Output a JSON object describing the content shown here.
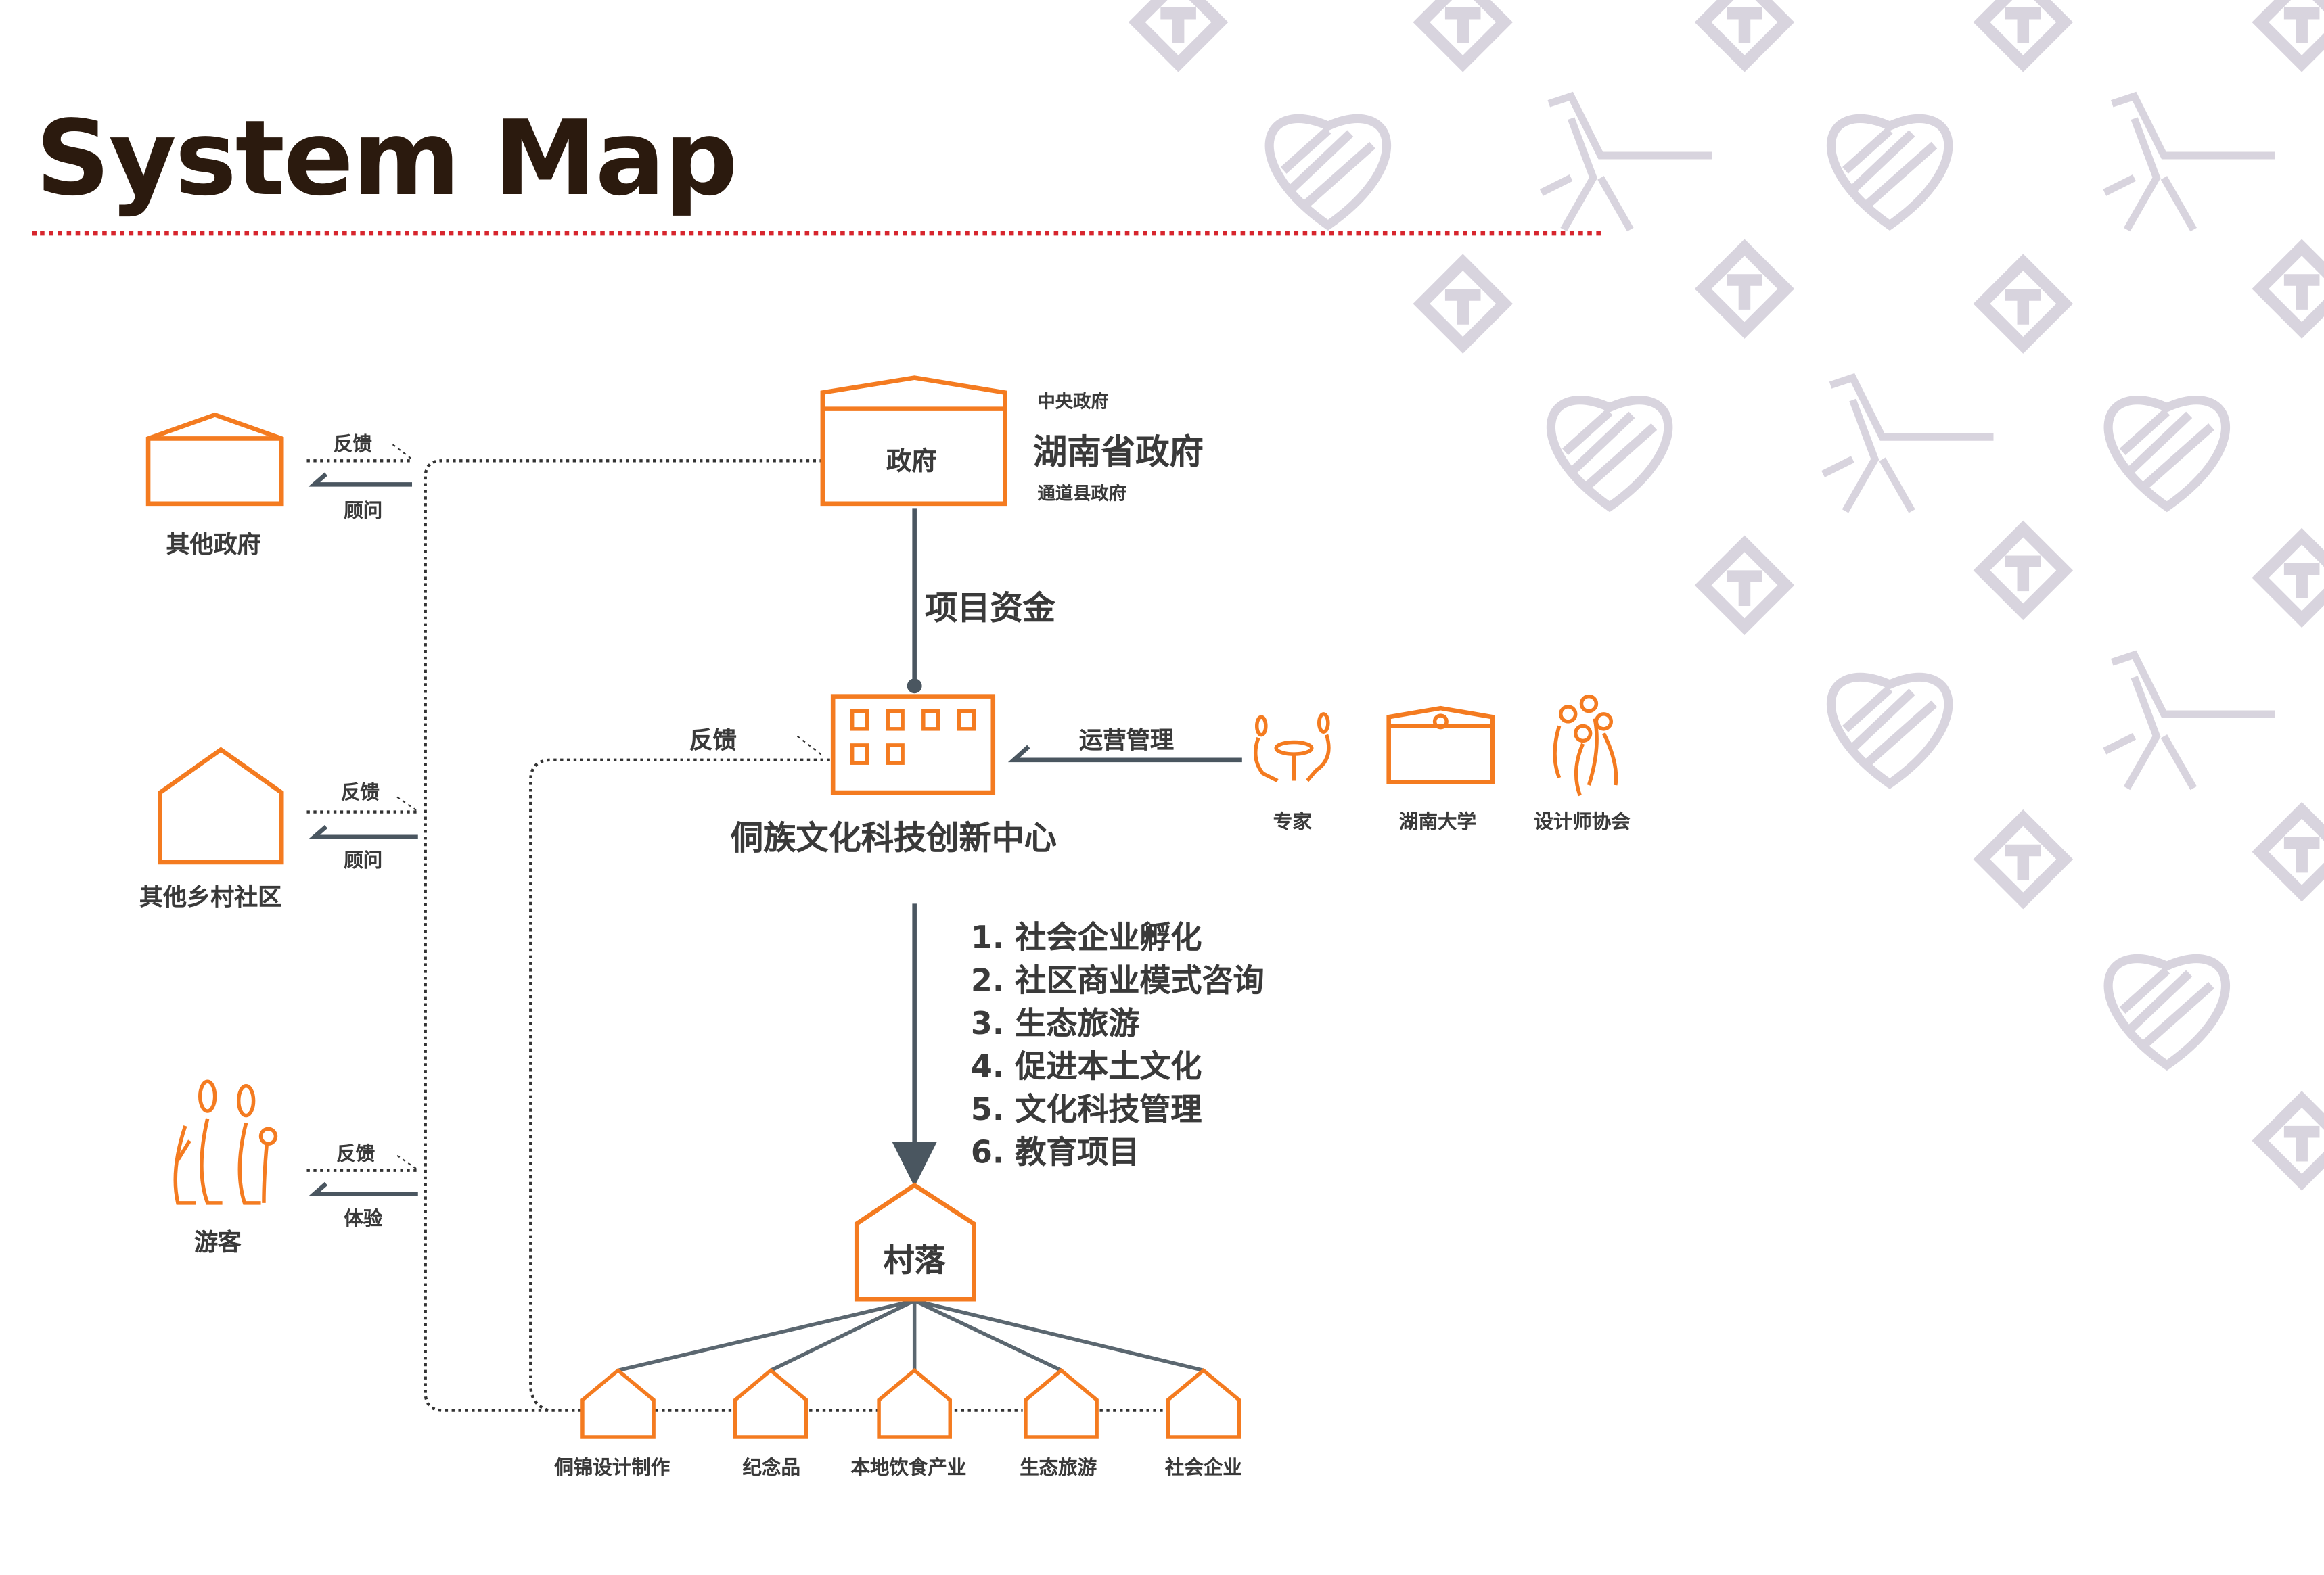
{
  "title": "System Map",
  "colors": {
    "accent": "#f47b20",
    "line": "#4a5660",
    "title_rule": "#d7262e",
    "pattern": "#d8d4de"
  },
  "government": {
    "box_label": "政府",
    "central": "中央政府",
    "provincial": "湖南省政府",
    "county": "通道县政府"
  },
  "funding_label": "项目资金",
  "center": {
    "name": "侗族文化科技创新中心",
    "feedback": "反馈",
    "operations": "运营管理"
  },
  "partners": [
    {
      "label": "专家",
      "icon": "expert-icon"
    },
    {
      "label": "湖南大学",
      "icon": "university-icon"
    },
    {
      "label": "设计师协会",
      "icon": "designers-icon"
    }
  ],
  "left_nodes": [
    {
      "label": "其他政府",
      "in": "反馈",
      "out": "顾问"
    },
    {
      "label": "其他乡村社区",
      "in": "反馈",
      "out": "顾问"
    },
    {
      "label": "游客",
      "in": "反馈",
      "out": "体验"
    }
  ],
  "services": [
    "1. 社会企业孵化",
    "2. 社区商业模式咨询",
    "3. 生态旅游",
    "4. 促进本土文化",
    "5. 文化科技管理",
    "6. 教育项目"
  ],
  "village": "村落",
  "industries": [
    "侗锦设计制作",
    "纪念品",
    "本地饮食产业",
    "生态旅游",
    "社会企业"
  ]
}
